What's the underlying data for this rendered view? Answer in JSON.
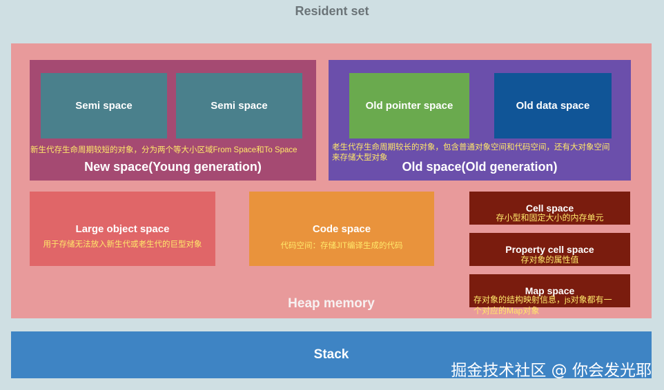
{
  "resident_set": "Resident set",
  "heap": {
    "label": "Heap memory",
    "new_space": {
      "title": "New space(Young generation)",
      "semi1": "Semi space",
      "semi2": "Semi space",
      "note": "新生代存生命周期较短的对象，分为两个等大小区域From Space和To Space"
    },
    "old_space": {
      "title": "Old space(Old generation)",
      "pointer": "Old pointer space",
      "data": "Old data space",
      "note_line1": "老生代存生命周期较长的对象，包含普通对象空间和代码空间，还有大对象空间",
      "note_line2": "来存储大型对象"
    },
    "large_object": {
      "title": "Large object space",
      "note": "用于存储无法放入新生代或老生代的巨型对象"
    },
    "code": {
      "title": "Code space",
      "note": "代码空间：存储JIT编译生成的代码"
    },
    "cell": {
      "title": "Cell space",
      "note": "存小型和固定大小的内存单元"
    },
    "property_cell": {
      "title": "Property cell space",
      "note": "存对象的属性值"
    },
    "map": {
      "title": "Map space",
      "note_line1": "存对象的结构映射信息，js对象都有一",
      "note_line2": "个对应的Map对象"
    }
  },
  "stack": "Stack",
  "watermark": "掘金技术社区 @ 你会发光耶",
  "colors": {
    "background": "#cfdfe3",
    "heap": "#e89a9b",
    "new_space": "#a54a72",
    "semi_space": "#4a808c",
    "old_space": "#6b4fab",
    "old_pointer": "#6aaa4e",
    "old_data": "#105597",
    "large_object": "#e06668",
    "code_space": "#e9933c",
    "dark_spaces": "#7a1c0e",
    "stack": "#3e84c4",
    "note": "#ffe86a"
  }
}
